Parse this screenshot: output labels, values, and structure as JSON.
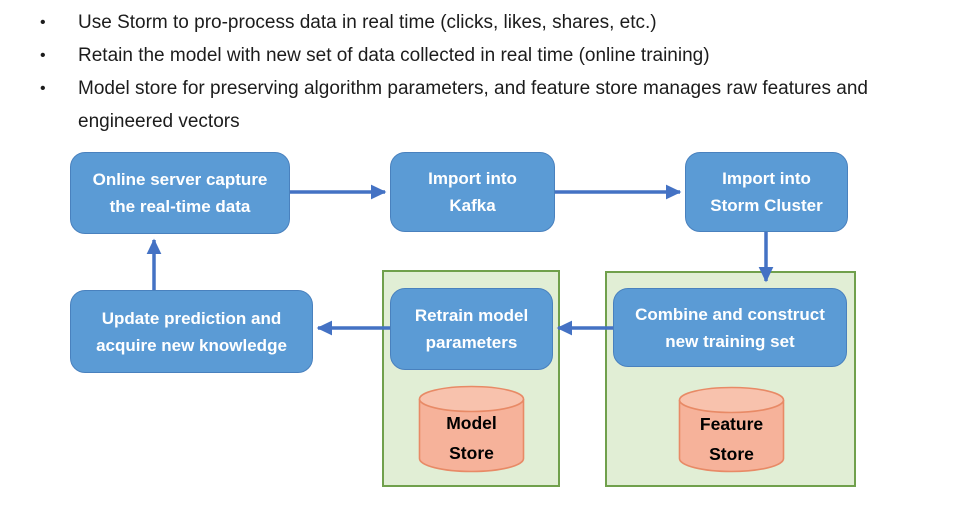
{
  "bullets": [
    "Use Storm to pro-process data in real time (clicks, likes, shares, etc.)",
    "Retain the model with new set of data collected in real time (online training)",
    "Model store for preserving algorithm parameters, and feature store manages raw features and engineered vectors"
  ],
  "bullet_marker": "•",
  "nodes": {
    "online_server": {
      "line1": "Online server capture",
      "line2": "the real-time data"
    },
    "import_kafka": {
      "line1": "Import into",
      "line2": "Kafka"
    },
    "import_storm": {
      "line1": "Import into",
      "line2": "Storm Cluster"
    },
    "update_prediction": {
      "line1": "Update prediction and",
      "line2": "acquire new knowledge"
    },
    "retrain_model": {
      "line1": "Retrain model",
      "line2": "parameters"
    },
    "combine_construct": {
      "line1": "Combine and construct",
      "line2": "new training set"
    }
  },
  "stores": {
    "model_store": {
      "line1": "Model",
      "line2": "Store"
    },
    "feature_store": {
      "line1": "Feature",
      "line2": "Store"
    }
  },
  "colors": {
    "node_fill": "#5b9bd5",
    "node_border": "#4981be",
    "node_text": "#ffffff",
    "arrow": "#4472c4",
    "container_fill": "#e1eed5",
    "container_border": "#70a04c",
    "cylinder_body": "#f6b29a",
    "cylinder_top": "#f8c2ad",
    "cylinder_border": "#e88a66",
    "text": "#1c1c1c"
  }
}
